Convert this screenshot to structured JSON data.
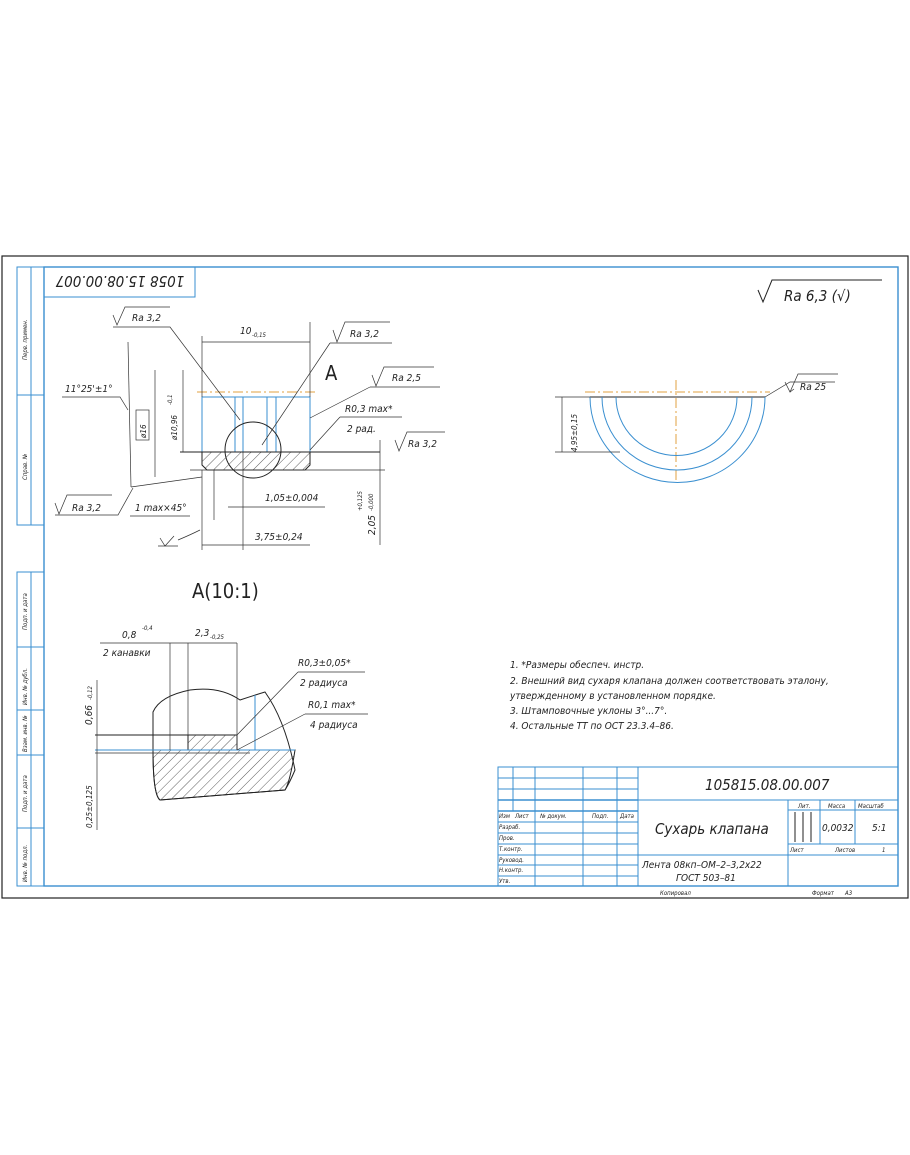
{
  "drawing": {
    "doc_number_rotated": "1058 15.08.00.007",
    "general_roughness": "Ra 6,3 (√)"
  },
  "side_strip": [
    "Перв. примен.",
    "Справ. №",
    "Подп. и дата",
    "Инв. № дубл.",
    "Взам. инв. №",
    "Подп. и дата",
    "Инв. № подл."
  ],
  "main_view": {
    "width_dim": "10",
    "width_tol": "-0,15",
    "section_mark": "A",
    "ra_top_left": "Ra 3,2",
    "ra_top_right": "Ra 3,2",
    "ra_right": "Ra 2,5",
    "radius_note": "R0,3 max*",
    "radius_count": "2 рад.",
    "ra_bottom_right": "Ra 3,2",
    "ra_bottom_left": "Ra 3,2",
    "angle": "11°25'±1°",
    "diameter_ref": "ø16",
    "diameter_inner": "ø10,96",
    "diameter_inner_tol": "-0,1",
    "chamfer": "1 max×45°",
    "groove_dim": "1,05±0,004",
    "offset_dim": "3,75±0,24",
    "thickness_dim": "2,05",
    "thickness_tol_upper": "+0,125",
    "thickness_tol_lower": "-0,000"
  },
  "side_view": {
    "ra": "Ra 25",
    "height_dim": "4,95±0,15"
  },
  "detail_a": {
    "title": "A(10:1)",
    "groove_width": "0,8",
    "groove_width_tol": "-0,4",
    "groove_count": "2 канавки",
    "pitch": "2,3",
    "pitch_tol": "-0,25",
    "radius1": "R0,3±0,05*",
    "radius1_count": "2 радиуса",
    "radius2": "R0,1 max*",
    "radius2_count": "4 радиуса",
    "depth": "0,66",
    "depth_tol": "-0,12",
    "step": "0,25±0,125"
  },
  "notes": [
    "1. *Размеры обеспеч. инстр.",
    "2. Внешний вид сухаря клапана должен соответствовать эталону,",
    "утвержденному в установленном порядке.",
    "3. Штамповочные уклоны 3°...7°.",
    "4. Остальные ТТ по ОСТ 23.3.4–86."
  ],
  "title_block": {
    "doc_number": "105815.08.00.007",
    "part_name": "Сухарь клапана",
    "material_line1": "Лента 08кп–ОМ–2–3,2х22",
    "material_line2": "ГОСТ 503–81",
    "headers": {
      "izm": "Изм",
      "list": "Лист",
      "doc": "№ докум.",
      "sign": "Подп.",
      "date": "Дата"
    },
    "roles": [
      "Разраб.",
      "Пров.",
      "Т.контр.",
      "Руковод.",
      "Н.контр.",
      "Утв."
    ],
    "lit_label": "Лит.",
    "mass_label": "Масса",
    "scale_label": "Масштаб",
    "mass": "0,0032",
    "scale": "5:1",
    "sheet_label": "Лист",
    "sheets_label": "Листов",
    "sheets": "1",
    "copied_label": "Копировал",
    "format_label": "Формат",
    "format": "A3"
  }
}
